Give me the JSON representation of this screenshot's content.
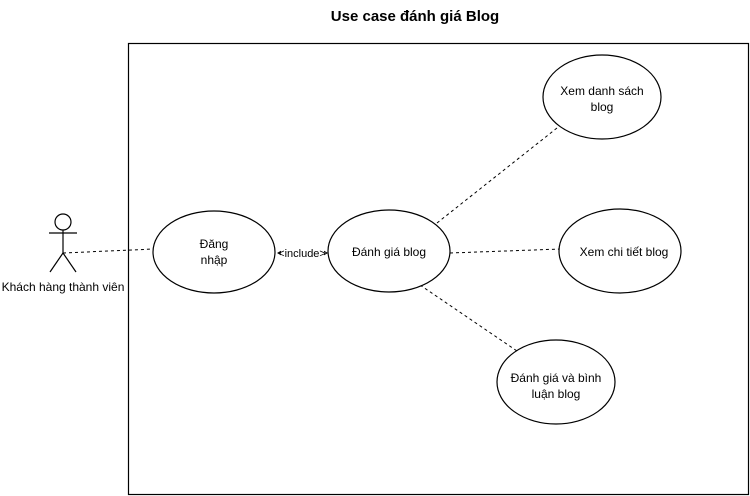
{
  "title": "Use case đánh giá Blog",
  "actor": {
    "name": "Khách hàng thành viên"
  },
  "use_cases": {
    "login": [
      "Đăng",
      "nhập"
    ],
    "rate_blog": [
      "Đánh giá blog"
    ],
    "view_list": [
      "Xem danh sách",
      "blog"
    ],
    "view_detail": [
      "Xem chi tiết blog"
    ],
    "rate_comment": [
      "Đánh giá và bình",
      "luận blog"
    ]
  },
  "relations": {
    "include_label": "<include>"
  }
}
